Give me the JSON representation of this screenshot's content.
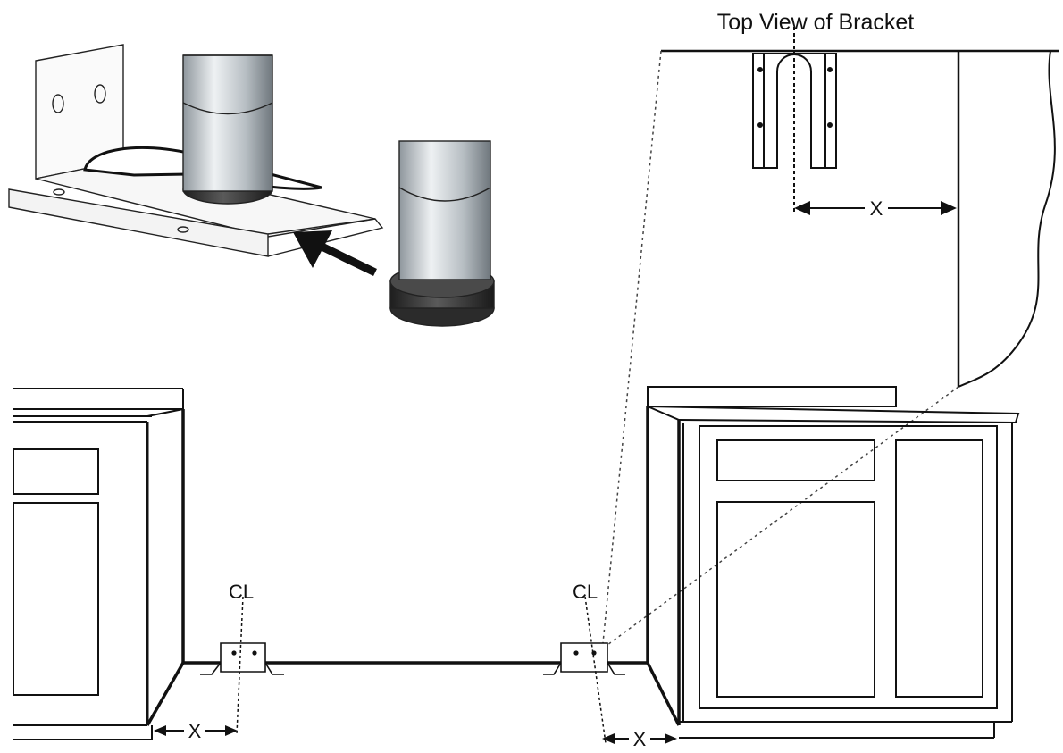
{
  "diagram": {
    "title": "Top View of Bracket",
    "dimension_label": "X",
    "centerline_symbol": "CL",
    "colors": {
      "line": "#111111",
      "cylinder_light": "#e6eaed",
      "cylinder_dark": "#8a9298",
      "rubber": "#3a3a3a",
      "background": "#ffffff"
    }
  }
}
